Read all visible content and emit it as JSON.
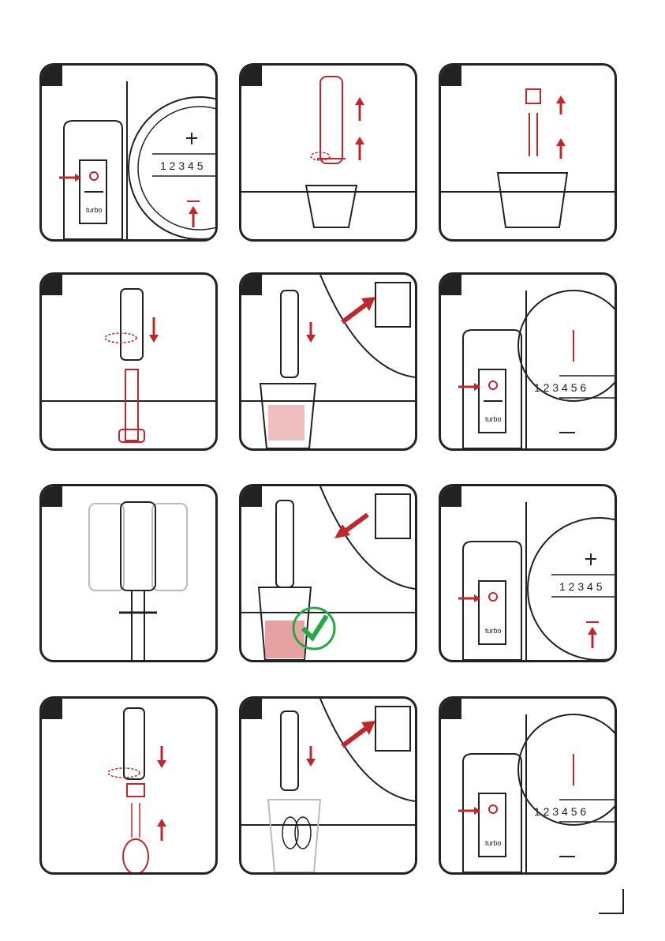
{
  "colors": {
    "accent": "#c0272d",
    "line": "#222222",
    "check": "#27a844"
  },
  "speed_scale": [
    "1",
    "2",
    "3",
    "4",
    "5",
    "6"
  ],
  "button_labels": {
    "power": "①",
    "turbo": "turbo"
  },
  "page_number": ""
}
